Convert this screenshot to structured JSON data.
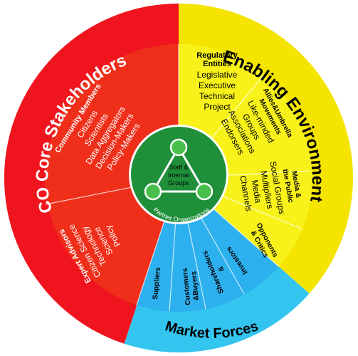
{
  "colors": {
    "red_ring": "#f0141e",
    "red_inner": "#ef2f1a",
    "yellow_ring": "#f5e400",
    "yellow_inner": "#f8f21a",
    "blue_ring": "#33c5ef",
    "blue_inner": "#2db0ee",
    "green_center": "#1f8f3a",
    "green_node": "#46c04a"
  },
  "outer_ring": {
    "core_stakeholders": "CO Core Stakeholders",
    "enabling_environment": "Enabling Environment",
    "market_forces": "Market Forces"
  },
  "center": {
    "label_line1": "Staff &",
    "label_line2": "Internal",
    "label_line3": "Groups",
    "ring_label": "Partner Organizations"
  },
  "core": {
    "community": {
      "title": "Community Members",
      "items": [
        "Citizens",
        "Scientists",
        "Data Aggregators",
        "Decision-Makers",
        "Policy-Makers"
      ]
    },
    "experts": {
      "title": "Expert Advisors",
      "items": [
        "Citizen Science",
        "Technology",
        "Science",
        "Policy"
      ]
    }
  },
  "enabling": {
    "regulatory": {
      "title_line1": "Regulatory",
      "title_line2": "Entities",
      "items": [
        "Legislative",
        "Executive",
        "Technical",
        "Project"
      ]
    },
    "allies": {
      "title_line1": "Allies&Umbrella",
      "title_line2": "Movements",
      "items": [
        "Like-minded",
        "Groups",
        "Associations",
        "Endorsers"
      ]
    },
    "media": {
      "title_line1": "Media &",
      "title_line2": "the Public",
      "items": [
        "Social Groups",
        "Multipliers",
        "Media",
        "Channels"
      ]
    },
    "opponents": {
      "line1": "Opponents",
      "line2": "& Critics"
    }
  },
  "market": {
    "suppliers": "Suppliers",
    "customers_line1": "Customers",
    "customers_line2": "&Buyers",
    "shareholders_line1": "Shareholders",
    "shareholders_line2": "&",
    "investors": "Investors"
  }
}
